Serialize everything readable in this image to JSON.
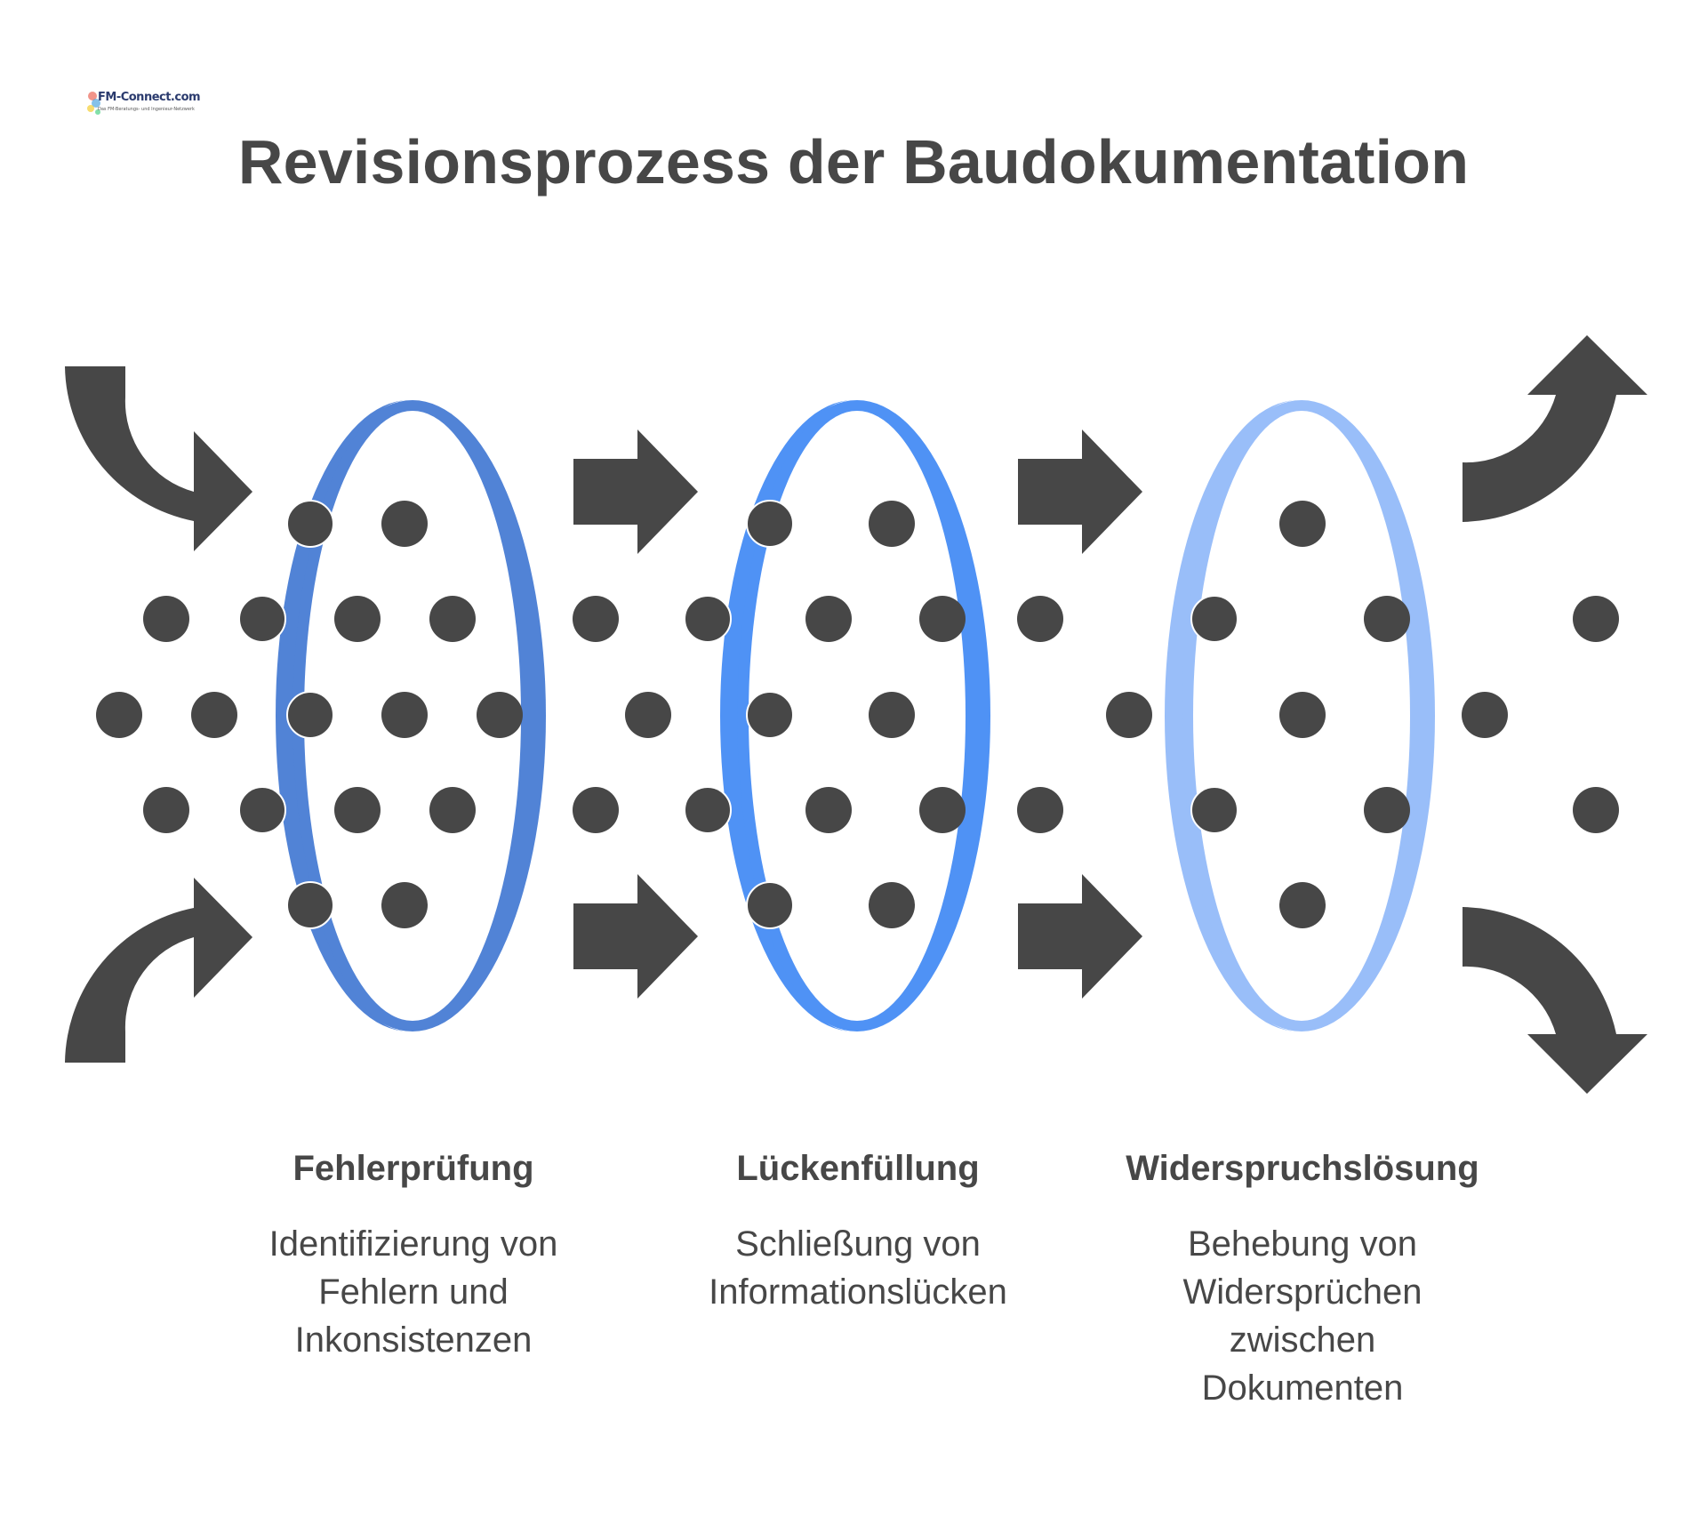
{
  "logo": {
    "text": "FM-Connect.com",
    "subtext": "Das FM-Beratungs- und Ingenieur-Netzwerk"
  },
  "title": "Revisionsprozess der Baudokumentation",
  "colors": {
    "dark": "#474747",
    "ring1": "#5183d6",
    "ring2": "#4f92f5",
    "ring3": "#99bef9",
    "text": "#474747"
  },
  "stages": [
    {
      "title": "Fehlerprüfung",
      "description": "Identifizierung von\nFehlern und\nInkonsistenzen"
    },
    {
      "title": "Lückenfüllung",
      "description": "Schließung von\nInformationslücken"
    },
    {
      "title": "Widerspruchslösung",
      "description": "Behebung von\nWidersprüchen\nzwischen\nDokumenten"
    }
  ]
}
